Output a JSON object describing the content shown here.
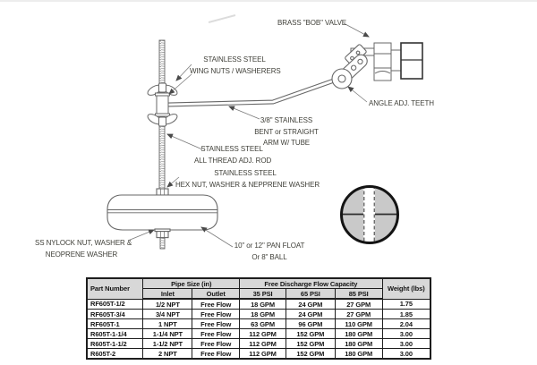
{
  "colors": {
    "diagram_line": "#676767",
    "valve_cap_line": "#333333",
    "label_text": "#3f3f38",
    "detail_circle_fill": "#c9c9c9",
    "detail_circle_outline": "#141414",
    "table_header_bg": "#d8d8d8",
    "table_border": "#1d1d1d"
  },
  "diagram": {
    "labels": {
      "brass_bob_valve": {
        "lines": [
          "BRASS \"BOB\" VALVE"
        ]
      },
      "wing_nuts": {
        "lines": [
          "STAINLESS STEEL",
          "WING NUTS / WASHERERS"
        ]
      },
      "angle_adj_teeth": {
        "lines": [
          "ANGLE ADJ. TEETH"
        ]
      },
      "arm": {
        "lines": [
          "3/8\" STAINLESS",
          "BENT or STRAIGHT",
          "ARM W/ TUBE"
        ]
      },
      "adj_rod": {
        "lines": [
          "STAINLESS STEEL",
          "ALL THREAD ADJ. ROD"
        ]
      },
      "hex_nut": {
        "lines": [
          "STAINLESS STEEL",
          "HEX NUT, WASHER & NEPPRENE WASHER"
        ]
      },
      "nylock_nut": {
        "lines": [
          "SS NYLOCK NUT, WASHER &",
          "NEOPRENE WASHER"
        ]
      },
      "pan_float": {
        "lines": [
          "10\" or 12\" PAN FLOAT",
          "Or 8\" BALL"
        ]
      }
    }
  },
  "table": {
    "headers": {
      "part_number": "Part Number",
      "pipe_size": "Pipe Size (in)",
      "inlet": "Inlet",
      "outlet": "Outlet",
      "flow_capacity": "Free Discharge Flow Capacity",
      "psi35": "35 PSI",
      "psi65": "65 PSI",
      "psi85": "85 PSI",
      "weight": "Weight (lbs)"
    },
    "rows": [
      {
        "part": "RF605T-1/2",
        "inlet": "1/2 NPT",
        "outlet": "Free Flow",
        "psi35": "18 GPM",
        "psi65": "24 GPM",
        "psi85": "27 GPM",
        "weight": "1.75"
      },
      {
        "part": "RF605T-3/4",
        "inlet": "3/4 NPT",
        "outlet": "Free Flow",
        "psi35": "18 GPM",
        "psi65": "24 GPM",
        "psi85": "27 GPM",
        "weight": "1.85"
      },
      {
        "part": "RF605T-1",
        "inlet": "1 NPT",
        "outlet": "Free Flow",
        "psi35": "63 GPM",
        "psi65": "96 GPM",
        "psi85": "110 GPM",
        "weight": "2.04"
      },
      {
        "part": "R605T-1-1/4",
        "inlet": "1-1/4 NPT",
        "outlet": "Free Flow",
        "psi35": "112 GPM",
        "psi65": "152 GPM",
        "psi85": "180 GPM",
        "weight": "3.00"
      },
      {
        "part": "R605T-1-1/2",
        "inlet": "1-1/2 NPT",
        "outlet": "Free Flow",
        "psi35": "112 GPM",
        "psi65": "152 GPM",
        "psi85": "180 GPM",
        "weight": "3.00"
      },
      {
        "part": "R605T-2",
        "inlet": "2 NPT",
        "outlet": "Free Flow",
        "psi35": "112 GPM",
        "psi65": "152 GPM",
        "psi85": "180 GPM",
        "weight": "3.00"
      }
    ]
  }
}
